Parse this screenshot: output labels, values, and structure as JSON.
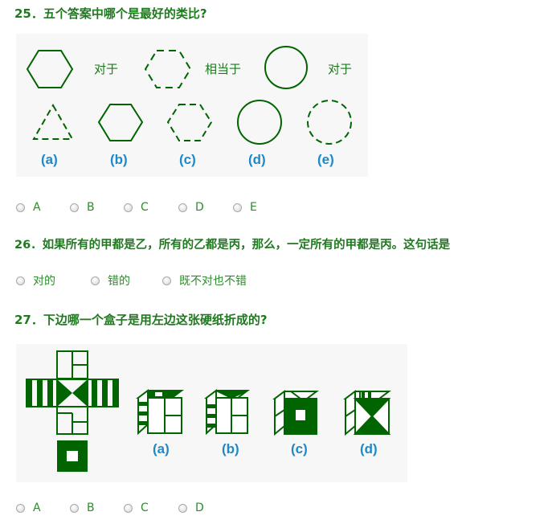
{
  "q25": {
    "title": "25．五个答案中哪个是最好的类比?",
    "text_duiyu_1": "对于",
    "text_xiangdangyu": "相当于",
    "text_duiyu_2": "对于",
    "choice_labels": [
      "(a)",
      "(b)",
      "(c)",
      "(d)",
      "(e)"
    ],
    "options": [
      "A",
      "B",
      "C",
      "D",
      "E"
    ]
  },
  "q26": {
    "title": "26．如果所有的甲都是乙，所有的乙都是丙，那么，一定所有的甲都是丙。这句话是",
    "options": [
      "对的",
      "错的",
      "既不对也不错"
    ]
  },
  "q27": {
    "title": "27．下边哪一个盒子是用左边这张硬纸折成的?",
    "choice_labels": [
      "(a)",
      "(b)",
      "(c)",
      "(d)"
    ],
    "options": [
      "A",
      "B",
      "C",
      "D"
    ]
  },
  "colors": {
    "figure_green": "#006400",
    "label_blue": "#1e88c8",
    "question_green": "#1f7a1f"
  }
}
